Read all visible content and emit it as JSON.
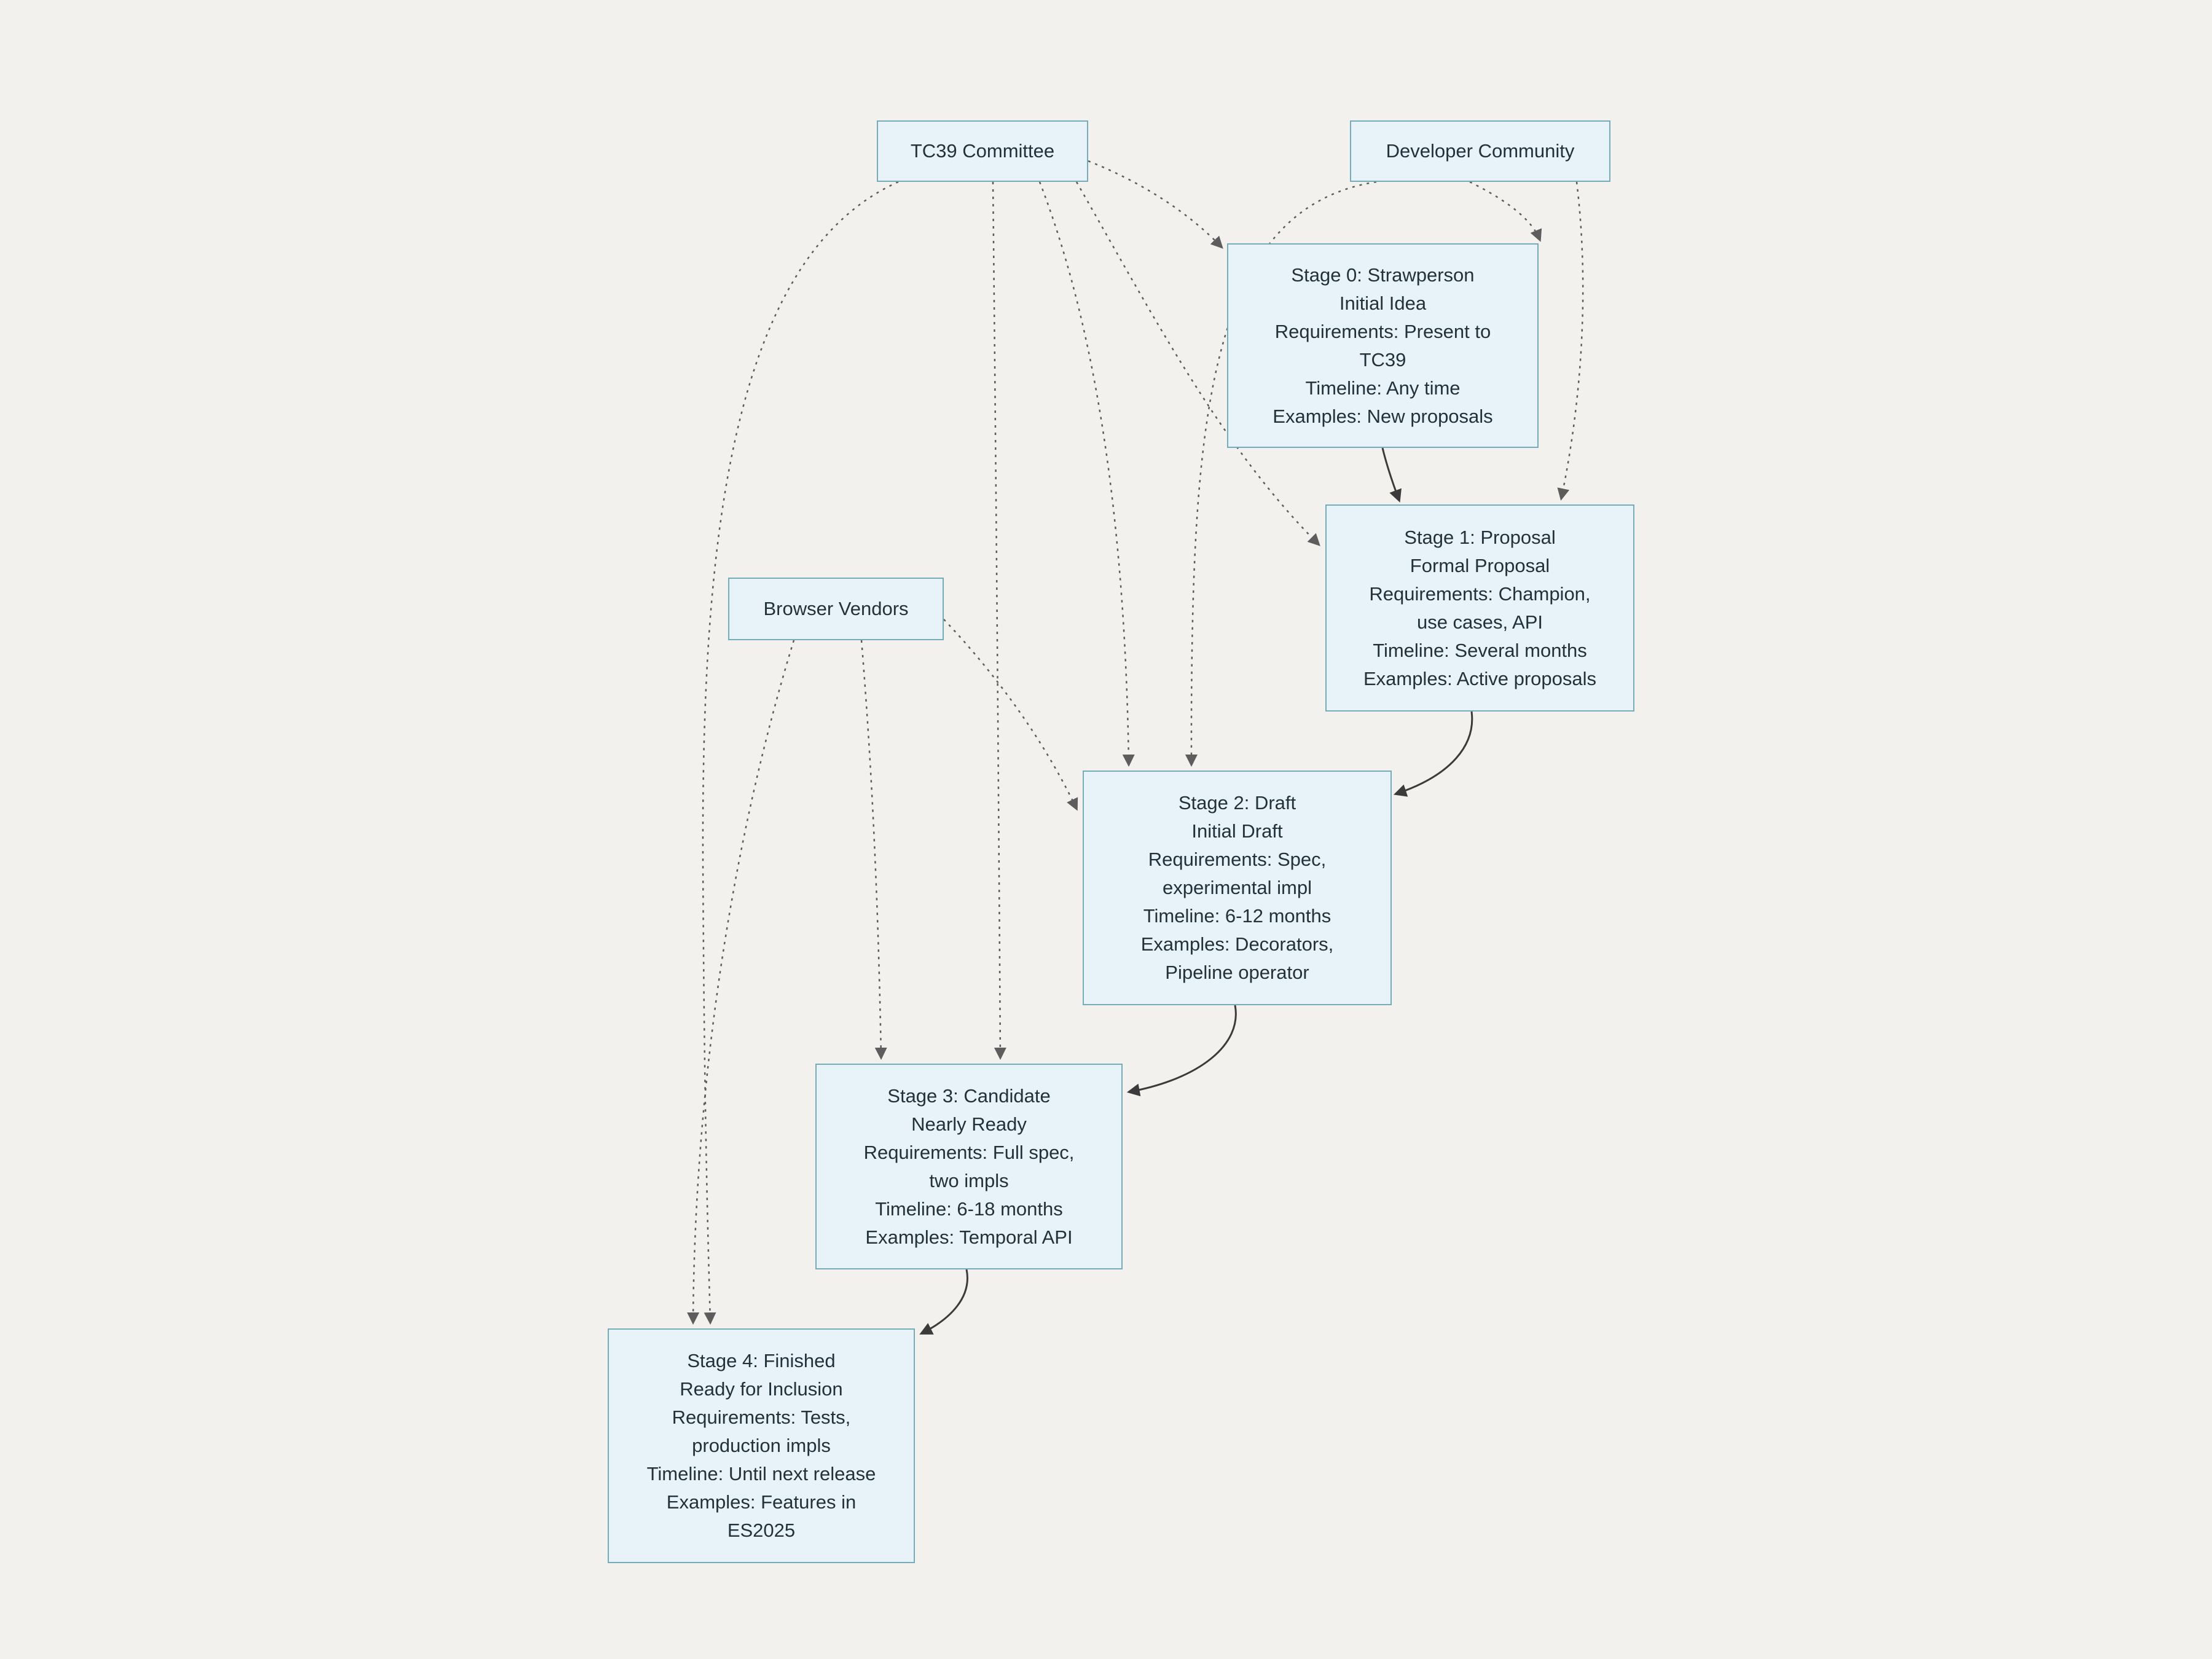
{
  "diagram": {
    "nodes": {
      "tc39": {
        "label": "TC39 Committee"
      },
      "dev_community": {
        "label": "Developer Community"
      },
      "browser_vendors": {
        "label": "Browser Vendors"
      },
      "stage0": {
        "lines": [
          "Stage 0: Strawperson",
          "Initial Idea",
          "Requirements: Present to",
          "TC39",
          "Timeline: Any time",
          "Examples: New proposals"
        ]
      },
      "stage1": {
        "lines": [
          "Stage 1: Proposal",
          "Formal Proposal",
          "Requirements: Champion,",
          "use cases, API",
          "Timeline: Several months",
          "Examples: Active proposals"
        ]
      },
      "stage2": {
        "lines": [
          "Stage 2: Draft",
          "Initial Draft",
          "Requirements: Spec,",
          "experimental impl",
          "Timeline: 6-12 months",
          "Examples: Decorators,",
          "Pipeline operator"
        ]
      },
      "stage3": {
        "lines": [
          "Stage 3: Candidate",
          "Nearly Ready",
          "Requirements: Full spec,",
          "two impls",
          "Timeline: 6-18 months",
          "Examples: Temporal API"
        ]
      },
      "stage4": {
        "lines": [
          "Stage 4: Finished",
          "Ready for Inclusion",
          "Requirements: Tests,",
          "production impls",
          "Timeline: Until next release",
          "Examples: Features in",
          "ES2025"
        ]
      }
    },
    "edges": {
      "solid": [
        {
          "from": "stage0",
          "to": "stage1"
        },
        {
          "from": "stage1",
          "to": "stage2"
        },
        {
          "from": "stage2",
          "to": "stage3"
        },
        {
          "from": "stage3",
          "to": "stage4"
        }
      ],
      "dotted": [
        {
          "from": "tc39",
          "to": "stage0"
        },
        {
          "from": "tc39",
          "to": "stage1"
        },
        {
          "from": "tc39",
          "to": "stage2"
        },
        {
          "from": "tc39",
          "to": "stage3"
        },
        {
          "from": "tc39",
          "to": "stage4"
        },
        {
          "from": "dev_community",
          "to": "stage0"
        },
        {
          "from": "dev_community",
          "to": "stage1"
        },
        {
          "from": "dev_community",
          "to": "stage2"
        },
        {
          "from": "browser_vendors",
          "to": "stage2"
        },
        {
          "from": "browser_vendors",
          "to": "stage3"
        },
        {
          "from": "browser_vendors",
          "to": "stage4"
        }
      ]
    },
    "colors": {
      "background": "#f2f1ed",
      "node_fill": "#e7f3f8",
      "node_border": "#76abba",
      "text": "#22313a",
      "solid_edge": "#3b3b3b",
      "dotted_edge": "#5d5d5d"
    }
  }
}
